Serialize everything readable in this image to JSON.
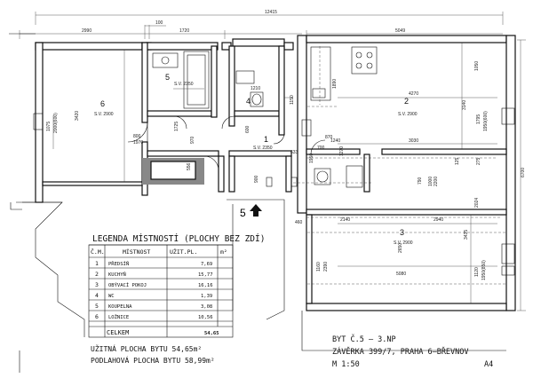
{
  "dimensions": {
    "total_top": "12415",
    "top_left": "2990",
    "top_100": "100",
    "top_1720": "1720",
    "top_right": "5049",
    "right_total": "6700",
    "d_1050": "1050",
    "d_1890": "1890",
    "d_4270": "4270",
    "d_3140": "3140",
    "d_1795": "1795",
    "d_1950_600": "1950(600)",
    "d_1240": "1240",
    "d_3030": "3030",
    "d_700": "700",
    "d_1950": "1950",
    "d_1270": "1270",
    "d_800": "800",
    "d_1970": "1970",
    "d_3420": "3420",
    "d_1075": "1075",
    "d_2000_600": "2000(600)",
    "d_1210": "1210",
    "d_1150": "1150",
    "d_970": "970",
    "d_600": "600",
    "d_556": "556",
    "d_633": "633",
    "d_900": "900",
    "d_460": "460",
    "d_2140": "2140",
    "d_2940": "2940",
    "d_3435": "3435",
    "d_2024": "2024",
    "d_2650": "2650",
    "d_5080": "5080",
    "d_1160": "1160",
    "d_2390": "2390",
    "d_1120": "1120",
    "d_1950_850": "1950(850)",
    "d_790": "790",
    "d_1000": "1000",
    "d_2200": "2200",
    "d_125": "125",
    "d_275": "275",
    "d_870": "870",
    "d_1725": "1725"
  },
  "rooms": [
    {
      "num": "1",
      "sv": "S.V. 2350"
    },
    {
      "num": "2",
      "sv": "S.V. 2900"
    },
    {
      "num": "3",
      "sv": "S.V. 2900"
    },
    {
      "num": "4",
      "sv": ""
    },
    {
      "num": "5",
      "sv": "S.V. 2350"
    },
    {
      "num": "6",
      "sv": "S.V. 2900"
    }
  ],
  "entrance_label": "5",
  "legend": {
    "title": "LEGENDA MÍSTNOSTÍ (PLOCHY BEZ ZDÍ)",
    "headers": [
      "Č.M.",
      "MÍSTNOST",
      "UŽIT.PL.",
      "m²"
    ],
    "rows": [
      {
        "no": "1",
        "name": "PŘEDSÍŇ",
        "area": "7,69"
      },
      {
        "no": "2",
        "name": "KUCHYŇ",
        "area": "15,77"
      },
      {
        "no": "3",
        "name": "OBÝVACÍ POKOJ",
        "area": "16,16"
      },
      {
        "no": "4",
        "name": "WC",
        "area": "1,39"
      },
      {
        "no": "5",
        "name": "KOUPELNA",
        "area": "3,08"
      },
      {
        "no": "6",
        "name": "LOŽNICE",
        "area": "10,56"
      }
    ],
    "total_label": "CELKEM",
    "total_value": "54,65"
  },
  "areas": {
    "usable": "UŽITNÁ PLOCHA BYTU 54,65m²",
    "floor": "PODLAHOVÁ PLOCHA BYTU 58,99m²"
  },
  "info": {
    "line1": "BYT Č.5 – 3.NP",
    "line2": "ZÁVĚRKA 399/7, PRAHA 6–BŘEVNOV",
    "scale": "M 1:50",
    "paper": "A4"
  }
}
